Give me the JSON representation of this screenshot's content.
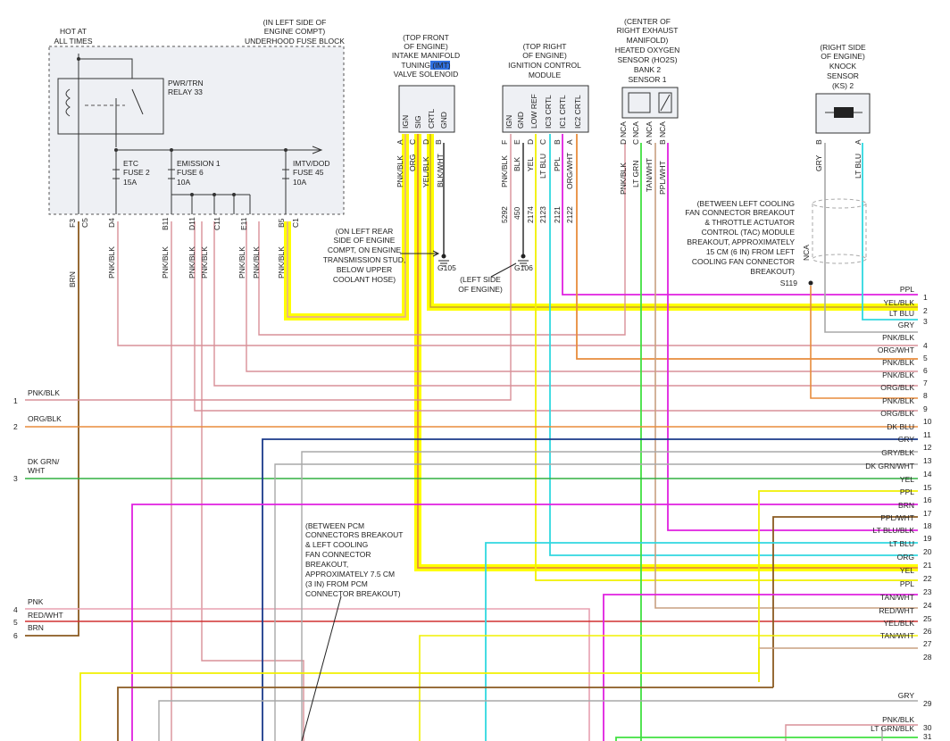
{
  "colors": {
    "PPL": "#e020e0",
    "YEL/BLK": "#f0f000",
    "LT BLU": "#30d8e0",
    "GRY": "#a8a8a8",
    "PNK/BLK": "#d89098",
    "ORG/WHT": "#e88c3c",
    "ORG/BLK": "#e88c3c",
    "DK BLU": "#1a3a8a",
    "GRY/BLK": "#a8a8a8",
    "DK GRN/WHT": "#30b040",
    "YEL": "#f0f000",
    "BRN": "#8a5a20",
    "PPL/WHT": "#e020e0",
    "LT BLU/BLK": "#30d8e0",
    "ORG": "#e88c3c",
    "TAN/WHT": "#c8a080",
    "RED/WHT": "#d03030",
    "LT GRN/BLK": "#40e040",
    "PNK": "#e8a0b0",
    "LT GRN": "#40e040",
    "BLK/WHT": "#202020",
    "highlight": "#ffff00",
    "line": "#333333",
    "fuse_box_fill": "#eef0f4"
  },
  "underhood_fuse_block": {
    "location": [
      "(IN LEFT SIDE OF",
      "ENGINE COMPT)",
      "UNDERHOOD FUSE BLOCK"
    ],
    "hot_label": [
      "HOT AT",
      "ALL TIMES"
    ],
    "relay_label": [
      "PWR/TRN",
      "RELAY 33"
    ],
    "fuses": [
      {
        "name": "ETC",
        "fuse": "FUSE 2",
        "amps": "15A"
      },
      {
        "name": "EMISSION 1",
        "fuse": "FUSE 6",
        "amps": "10A"
      },
      {
        "name": "IMTV/DOD",
        "fuse": "FUSE 45",
        "amps": "10A"
      }
    ],
    "pins": [
      "F3",
      "C5",
      "D4",
      "B11",
      "D11",
      "C11",
      "E11",
      "B5",
      "C1"
    ]
  },
  "imt_solenoid": {
    "title_lines": [
      "(TOP FRONT",
      "OF ENGINE)",
      "INTAKE MANIFOLD",
      "TUNING (IMT)",
      "VALVE SOLENOID"
    ],
    "pins": [
      "IGN",
      "SIG",
      "CRTL",
      "GND"
    ],
    "pin_letters": [
      "A",
      "C",
      "D",
      "B"
    ],
    "wires": [
      "PNK/BLK",
      "ORG",
      "YEL/BLK",
      "BLK/WHT"
    ]
  },
  "icm": {
    "title_lines": [
      "(TOP RIGHT",
      "OF ENGINE)",
      "IGNITION CONTROL",
      "MODULE"
    ],
    "pins": [
      "IGN",
      "GND",
      "LOW REF",
      "IC3 CRTL",
      "IC1 CRTL",
      "IC2 CRTL"
    ],
    "pin_letters": [
      "F",
      "E",
      "D",
      "C",
      "B",
      "A"
    ],
    "wires": [
      "PNK/BLK",
      "BLK",
      "YEL",
      "LT BLU",
      "PPL",
      "ORG/WHT"
    ],
    "circuits": [
      "5292",
      "450",
      "2174",
      "2123",
      "2121",
      "2122"
    ]
  },
  "ho2s": {
    "title_lines": [
      "(CENTER OF",
      "RIGHT EXHAUST",
      "MANIFOLD)",
      "HEATED OXYGEN",
      "SENSOR (HO2S)",
      "BANK 2",
      "SENSOR 1"
    ],
    "pins": [
      "NCA",
      "NCA",
      "NCA",
      "NCA"
    ],
    "pin_letters": [
      "D",
      "C",
      "A",
      "B"
    ],
    "wires": [
      "PNK/BLK",
      "LT GRN",
      "TAN/WHT",
      "PPL/WHT"
    ]
  },
  "knock_sensor": {
    "title_lines": [
      "(RIGHT SIDE",
      "OF ENGINE)",
      "KNOCK",
      "SENSOR",
      "(KS) 2"
    ],
    "pin_letters": [
      "B",
      "A"
    ],
    "wires": [
      "GRY",
      "LT BLU"
    ]
  },
  "grounds": {
    "g105": "G105",
    "g105_note": [
      "(ON LEFT REAR",
      "SIDE OF ENGINE",
      "COMPT, ON ENGINE",
      "TRANSMISSION STUD,",
      "BELOW UPPER",
      "COOLANT HOSE)"
    ],
    "g106": "G106",
    "g106_note": [
      "(LEFT SIDE",
      "OF ENGINE)"
    ]
  },
  "splices": {
    "s119": "S119",
    "s119_wire": "NCA",
    "s119_note": [
      "(BETWEEN LEFT COOLING",
      "FAN CONNECTOR BREAKOUT",
      "& THROTTLE ACTUATOR",
      "CONTROL (TAC) MODULE",
      "BREAKOUT, APPROXIMATELY",
      "15 CM (6 IN) FROM LEFT",
      "COOLING FAN CONNECTOR",
      "BREAKOUT)"
    ],
    "pcm_note": [
      "(BETWEEN PCM",
      "CONNECTORS BREAKOUT",
      "& LEFT COOLING",
      "FAN CONNECTOR",
      "BREAKOUT,",
      "APPROXIMATELY 7.5 CM",
      "(3 IN) FROM PCM",
      "CONNECTOR BREAKOUT)"
    ]
  },
  "fuse_block_wires": [
    "BRN",
    "PNK/BLK",
    "PNK/BLK",
    "PNK/BLK",
    "PNK/BLK",
    "PNK/BLK",
    "PNK/BLK",
    "PNK/BLK"
  ],
  "left_wires": [
    {
      "num": "1",
      "label": "PNK/BLK"
    },
    {
      "num": "2",
      "label": "ORG/BLK"
    },
    {
      "num": "3",
      "label": "DK GRN/ WHT"
    },
    {
      "num": "4",
      "label": "PNK"
    },
    {
      "num": "5",
      "label": "RED/WHT"
    },
    {
      "num": "6",
      "label": "BRN"
    }
  ],
  "right_wires": [
    {
      "num": "1",
      "label": "PPL"
    },
    {
      "num": "2",
      "label": "YEL/BLK"
    },
    {
      "num": "3",
      "label": "LT BLU"
    },
    {
      "num": "",
      "label": "GRY"
    },
    {
      "num": "4",
      "label": "PNK/BLK"
    },
    {
      "num": "5",
      "label": "ORG/WHT"
    },
    {
      "num": "6",
      "label": "PNK/BLK"
    },
    {
      "num": "7",
      "label": "PNK/BLK"
    },
    {
      "num": "8",
      "label": "ORG/BLK"
    },
    {
      "num": "9",
      "label": "PNK/BLK"
    },
    {
      "num": "10",
      "label": "ORG/BLK"
    },
    {
      "num": "11",
      "label": "DK BLU"
    },
    {
      "num": "12",
      "label": "GRY"
    },
    {
      "num": "13",
      "label": "GRY/BLK"
    },
    {
      "num": "14",
      "label": "DK GRN/WHT"
    },
    {
      "num": "15",
      "label": "YEL"
    },
    {
      "num": "16",
      "label": "PPL"
    },
    {
      "num": "17",
      "label": "BRN"
    },
    {
      "num": "18",
      "label": "PPL/WHT"
    },
    {
      "num": "19",
      "label": "LT BLU/BLK"
    },
    {
      "num": "20",
      "label": "LT BLU"
    },
    {
      "num": "21",
      "label": "ORG"
    },
    {
      "num": "22",
      "label": "YEL"
    },
    {
      "num": "23",
      "label": "PPL"
    },
    {
      "num": "24",
      "label": "TAN/WHT"
    },
    {
      "num": "25",
      "label": "RED/WHT"
    },
    {
      "num": "26",
      "label": "YEL/BLK"
    },
    {
      "num": "27",
      "label": "TAN/WHT"
    },
    {
      "num": "28",
      "label": ""
    },
    {
      "num": "29",
      "label": "GRY"
    },
    {
      "num": "30",
      "label": "PNK/BLK"
    },
    {
      "num": "31",
      "label": "LT GRN/BLK"
    }
  ]
}
